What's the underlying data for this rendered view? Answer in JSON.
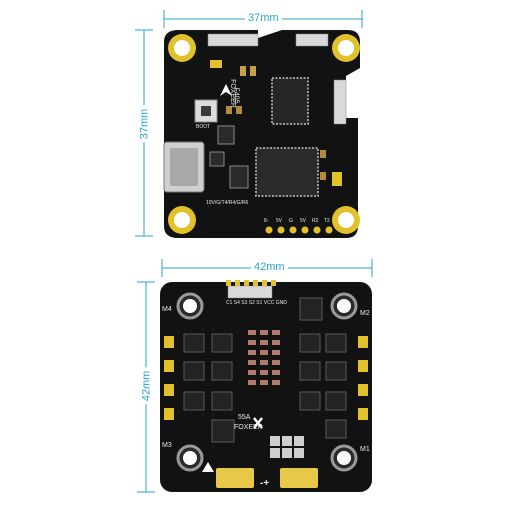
{
  "fc": {
    "width_label": "37mm",
    "height_label": "37mm",
    "brand": "FOXEER",
    "model": "F405",
    "boot_label": "BOOT",
    "pad_row_labels": [
      "8-",
      "5V",
      "G",
      "5V",
      "R2",
      "T2"
    ],
    "bottom_silk": "10V/G/T4/R4/G/R6"
  },
  "esc": {
    "width_label": "42mm",
    "height_label": "42mm",
    "brand": "FOXEER",
    "rating": "55A",
    "motor_labels": [
      "M4",
      "M2",
      "M3",
      "M1"
    ],
    "connector_silk": "C1 S4 S3 S2 S1 VCC GND",
    "power_polarity": "-+",
    "colors": {
      "dimension": "#27a6c9",
      "board": "#111111",
      "pad": "#e8c848",
      "copper_ring": "#d4b530"
    }
  }
}
